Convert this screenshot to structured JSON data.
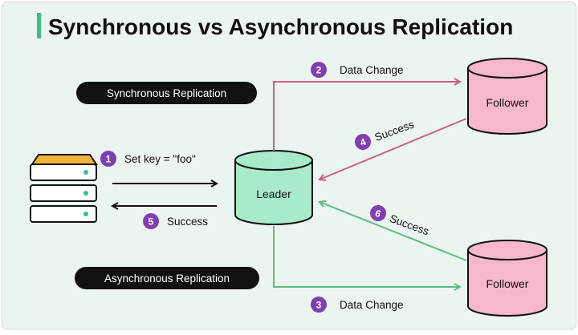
{
  "title": "Synchronous vs Asynchronous Replication",
  "pills": {
    "sync": "Synchronous Replication",
    "async": "Asynchronous Replication"
  },
  "nodes": {
    "leader": "Leader",
    "follower_top": "Follower",
    "follower_bottom": "Follower"
  },
  "steps": [
    {
      "num": "1",
      "label": "Set key = \"foo\""
    },
    {
      "num": "2",
      "label": "Data Change"
    },
    {
      "num": "3",
      "label": "Data Change"
    },
    {
      "num": "4",
      "label": "Success"
    },
    {
      "num": "5",
      "label": "Success"
    },
    {
      "num": "6",
      "label": "Success"
    }
  ],
  "colors": {
    "background": "#ecf4ef",
    "title_accent": "#3fbf7f",
    "pill": "#111111",
    "leader_fill": "#a8ebcb",
    "follower_fill": "#f7b7cd",
    "sync_arrow": "#c9607e",
    "async_arrow": "#5cbd84",
    "step_badge": "#7f3fb0",
    "server_top": "#f2b33a"
  }
}
